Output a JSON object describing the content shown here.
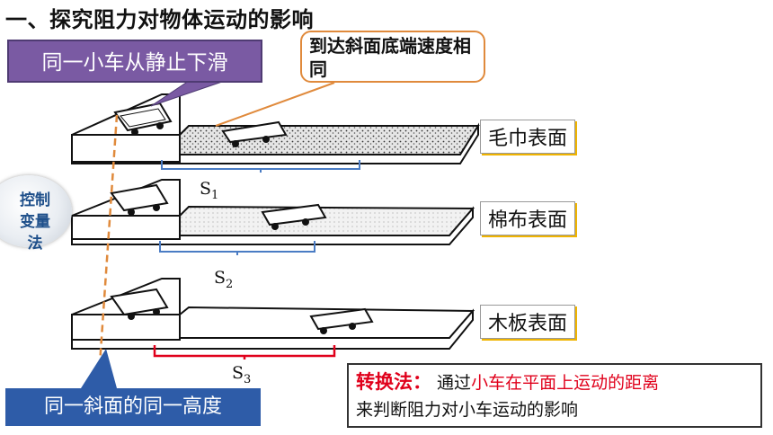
{
  "title": "一、探究阻力对物体运动的影响",
  "callouts": {
    "same_cart": "同一小车从静止下滑",
    "same_speed": "到达斜面底端速度相同",
    "same_height": "同一斜面的同一高度",
    "method": "控制变量法"
  },
  "surfaces": [
    {
      "label": "毛巾表面",
      "distance": "S",
      "sub": "1"
    },
    {
      "label": "棉布表面",
      "distance": "S",
      "sub": "2"
    },
    {
      "label": "木板表面",
      "distance": "S",
      "sub": "3"
    }
  ],
  "conclusion": {
    "keyword": "转换法：",
    "text_a": "通过",
    "highlight": "小车在平面上运动的距离",
    "text_b": "来判断阻力对小车运动的影响"
  },
  "colors": {
    "purple": "#7a5aa3",
    "blue": "#2e5ca8",
    "orange": "#e08a3c",
    "red": "#e0001b",
    "brace_blue": "#4a7cc4",
    "brace_red": "#e0001b"
  }
}
